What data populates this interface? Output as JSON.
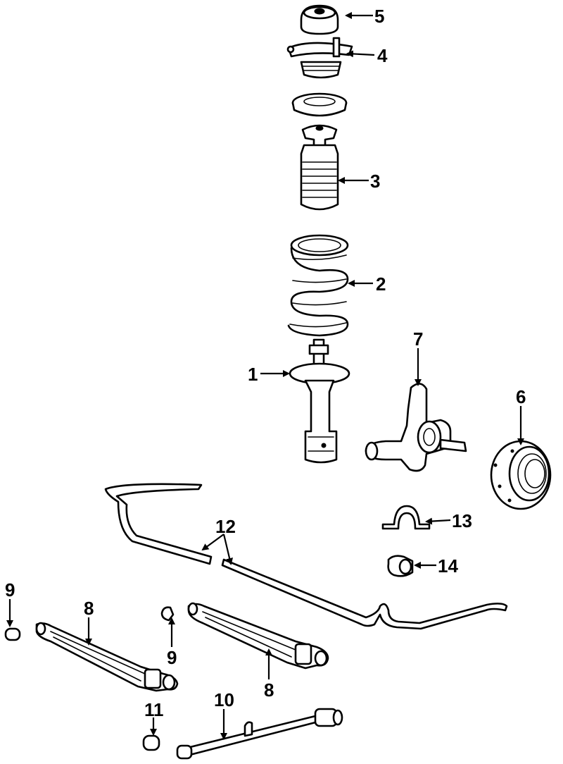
{
  "callouts": {
    "c1": "1",
    "c2": "2",
    "c3": "3",
    "c4": "4",
    "c5": "5",
    "c6": "6",
    "c7": "7",
    "c8a": "8",
    "c8b": "8",
    "c9a": "9",
    "c9b": "9",
    "c10": "10",
    "c11": "11",
    "c12": "12",
    "c13": "13",
    "c14": "14"
  },
  "colors": {
    "line": "#000000",
    "background": "#ffffff"
  }
}
